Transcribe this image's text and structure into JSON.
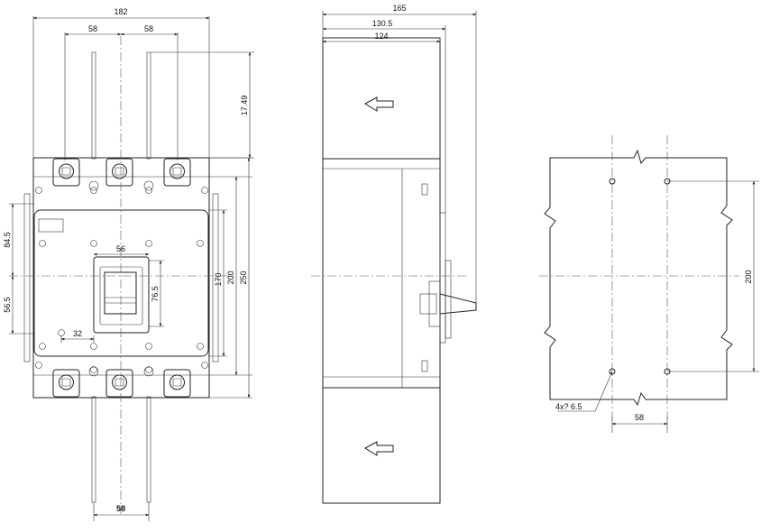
{
  "front_view": {
    "dim_width_overall": "182",
    "dim_terminal_pitch_left": "58",
    "dim_terminal_pitch_right": "58",
    "dim_bar_projection": "17.49",
    "dim_left_upper": "84.5",
    "dim_left_lower": "56.5",
    "dim_window_width": "56",
    "dim_window_height": "76.5",
    "dim_cover_height": "170",
    "dim_mount_height": "200",
    "dim_total_height": "250",
    "dim_label_offset": "32",
    "dim_bottom_pitch": "58"
  },
  "side_view": {
    "dim_depth_overall": "165",
    "dim_depth_mid": "130.5",
    "dim_depth_inner": "124"
  },
  "mounting_view": {
    "dim_hole_spacing_v": "200",
    "dim_hole_spacing_h": "58",
    "hole_note": "4x? 6.5"
  }
}
